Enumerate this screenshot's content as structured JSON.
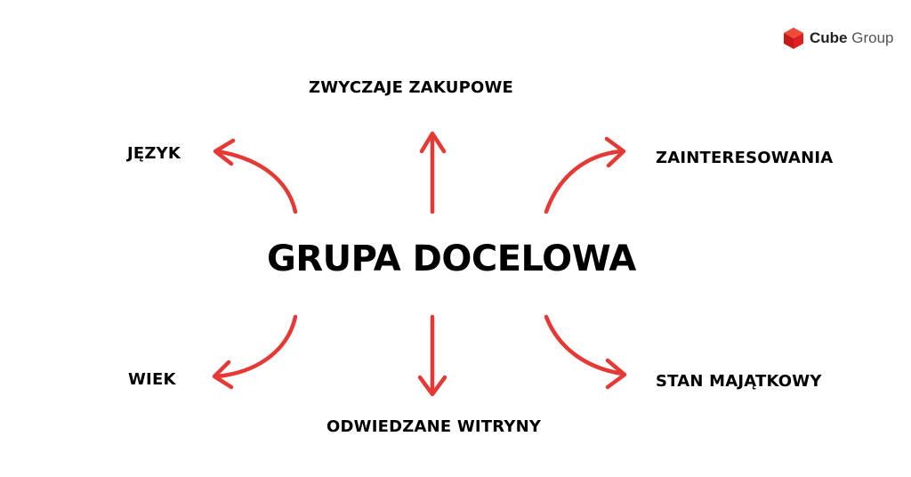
{
  "logo": {
    "brand": "Cube",
    "suffix": "Group"
  },
  "center_label": "GRUPA DOCELOWA",
  "labels": {
    "top": "ZWYCZAJE ZAKUPOWE",
    "top_left": "JĘZYK",
    "top_right": "ZAINTERESOWANIA",
    "bottom_left": "WIEK",
    "bottom": "ODWIEDZANE WITRYNY",
    "bottom_right": "STAN MAJĄTKOWY"
  },
  "colors": {
    "arrow": "#e53935",
    "logo_cube": "#e02020",
    "text": "#000000"
  }
}
